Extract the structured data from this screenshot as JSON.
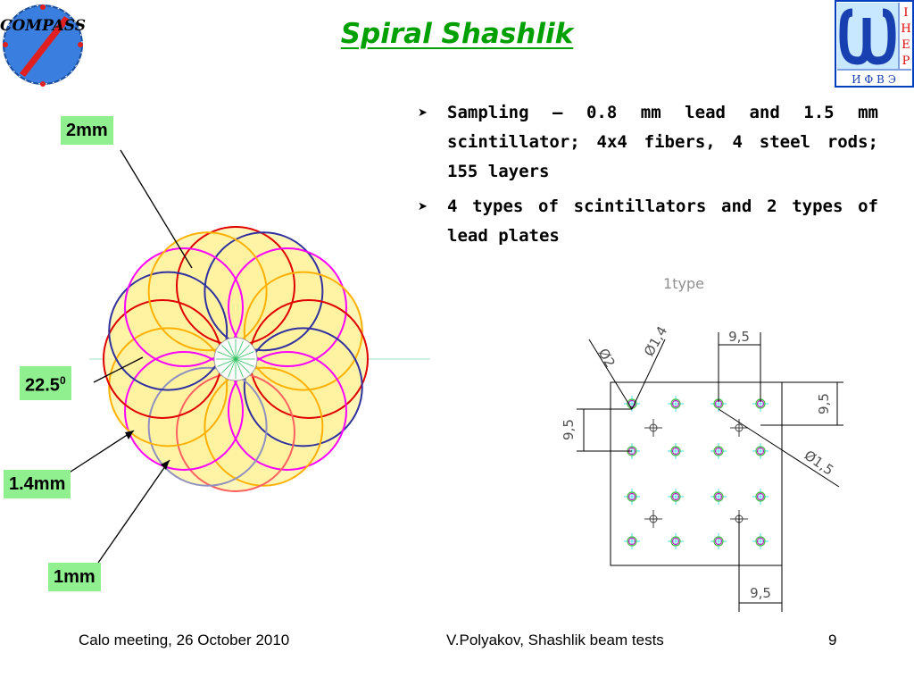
{
  "title": "Spiral Shashlik",
  "logos": {
    "compass_text": "COMPASS",
    "ihep_vertical": [
      "I",
      "H",
      "E",
      "P"
    ],
    "ihep_bottom": "И Φ В Э"
  },
  "bullets": [
    {
      "text": "Sampling – 0.8 mm lead and 1.5 mm scintillator; 4x4 fibers, 4 steel rods; 155 layers"
    },
    {
      "text": "4 types of scintillators and 2 types of lead plates"
    }
  ],
  "labels": {
    "two_mm": "2mm",
    "angle_value": "22.5",
    "angle_degree": "0",
    "one_four_mm": "1.4mm",
    "one_mm": "1mm"
  },
  "drawing": {
    "type_label": "1type",
    "dim_top": "9,5",
    "dim_right": "9,5",
    "dim_left": "9,5",
    "dim_bottom": "9,5",
    "diam_2": "Ø2",
    "diam_1_4": "Ø1,4",
    "diam_1_5": "Ø1,5"
  },
  "footer": {
    "left": "Calo meeting, 26 October 2010",
    "middle": "V.Polyakov, Shashlik beam tests",
    "page": "9"
  },
  "colors": {
    "title": "#00a000",
    "label_bg": "#90f090",
    "disc_fill": "#fff3a0",
    "ring_colors": [
      "#e00000",
      "#3030a0",
      "#ff00ff",
      "#ffb000",
      "#ff6060",
      "#9090c0"
    ]
  }
}
